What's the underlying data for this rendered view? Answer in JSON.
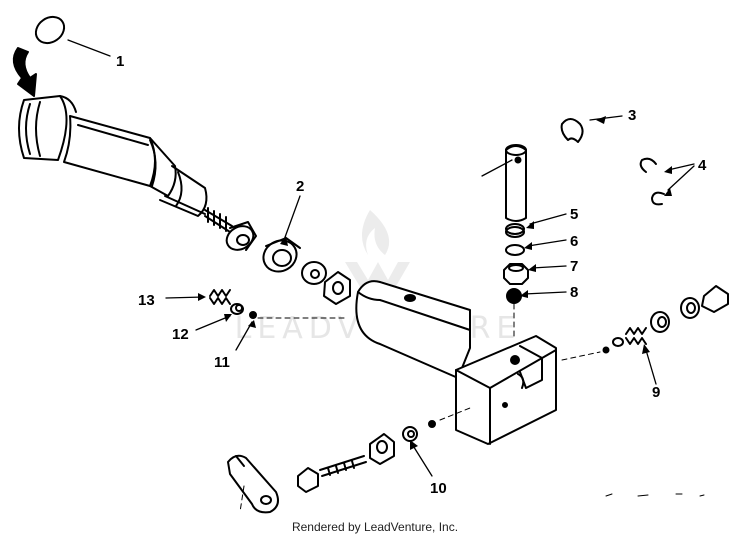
{
  "diagram": {
    "watermark": "LEADVENTURE",
    "parts": [
      {
        "id": "part-1",
        "number": "1"
      },
      {
        "id": "part-2",
        "number": "2"
      },
      {
        "id": "part-3",
        "number": "3"
      },
      {
        "id": "part-4",
        "number": "4"
      },
      {
        "id": "part-5",
        "number": "5"
      },
      {
        "id": "part-6",
        "number": "6"
      },
      {
        "id": "part-7",
        "number": "7"
      },
      {
        "id": "part-8",
        "number": "8"
      },
      {
        "id": "part-9",
        "number": "9"
      },
      {
        "id": "part-10",
        "number": "10"
      },
      {
        "id": "part-11",
        "number": "11"
      },
      {
        "id": "part-12",
        "number": "12"
      },
      {
        "id": "part-13",
        "number": "13"
      }
    ]
  },
  "footer": {
    "credit": "Rendered by LeadVenture, Inc."
  }
}
